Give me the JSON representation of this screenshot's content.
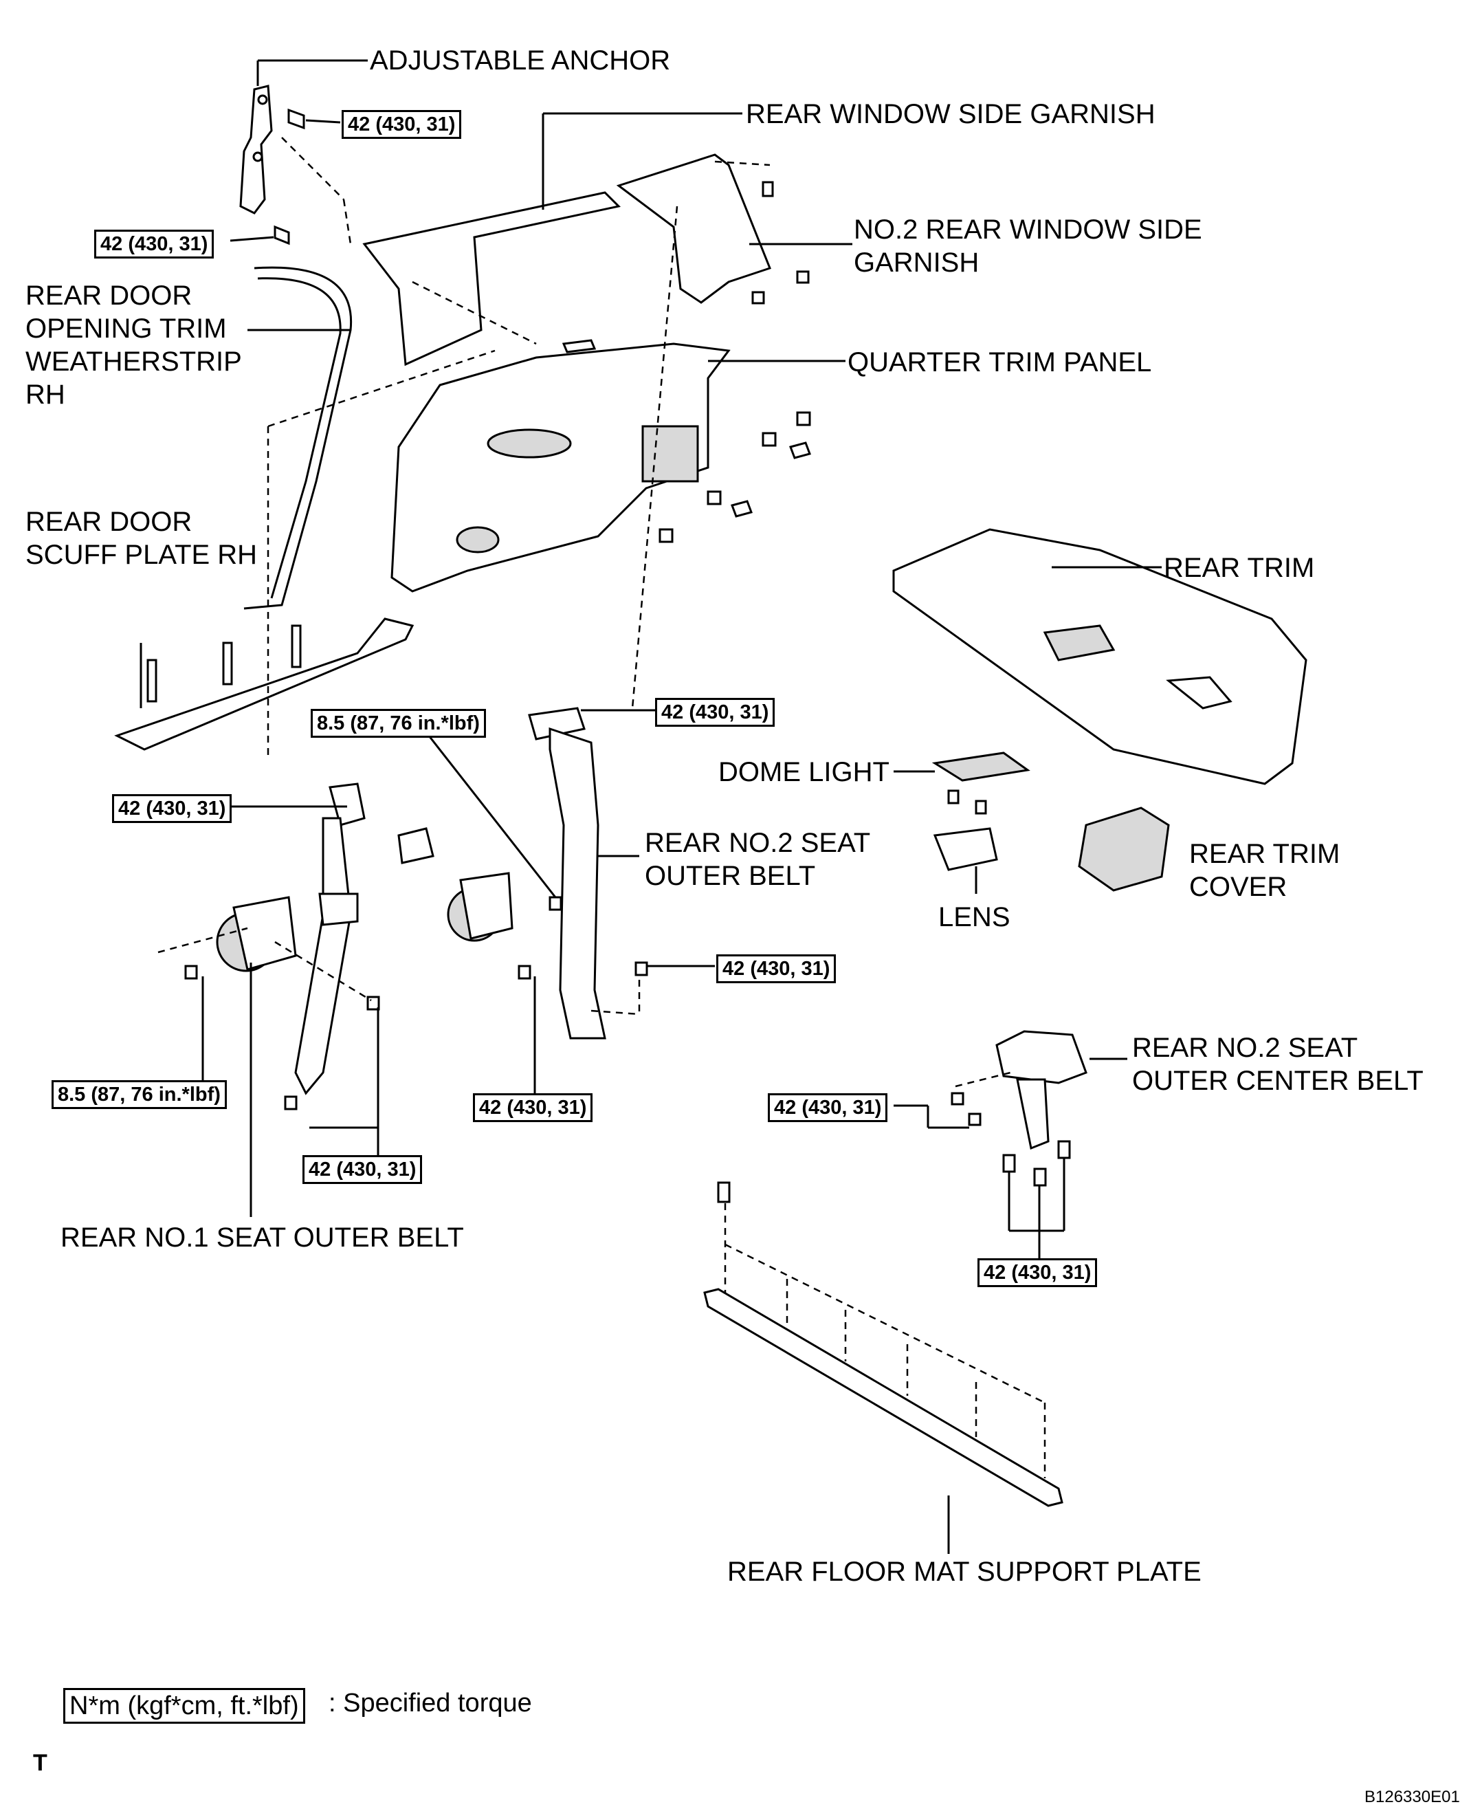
{
  "labels": {
    "adjustable_anchor": "ADJUSTABLE ANCHOR",
    "rear_window_side_garnish": "REAR WINDOW SIDE GARNISH",
    "no2_rear_window_side_garnish_1": "NO.2 REAR WINDOW SIDE",
    "no2_rear_window_side_garnish_2": "GARNISH",
    "rear_door_opening_trim_1": "REAR DOOR",
    "rear_door_opening_trim_2": "OPENING TRIM",
    "rear_door_opening_trim_3": "WEATHERSTRIP",
    "rear_door_opening_trim_4": "RH",
    "quarter_trim_panel": "QUARTER TRIM PANEL",
    "rear_door_scuff_plate_1": "REAR DOOR",
    "rear_door_scuff_plate_2": "SCUFF PLATE RH",
    "rear_trim": "REAR TRIM",
    "dome_light": "DOME LIGHT",
    "rear_no2_seat_outer_belt_1": "REAR NO.2 SEAT",
    "rear_no2_seat_outer_belt_2": "OUTER BELT",
    "lens": "LENS",
    "rear_trim_cover_1": "REAR TRIM",
    "rear_trim_cover_2": "COVER",
    "rear_no2_seat_outer_center_belt_1": "REAR NO.2 SEAT",
    "rear_no2_seat_outer_center_belt_2": "OUTER CENTER BELT",
    "rear_no1_seat_outer_belt": "REAR NO.1 SEAT OUTER BELT",
    "rear_floor_mat_support_plate": "REAR FLOOR MAT SUPPORT PLATE"
  },
  "torques": {
    "t42": "42 (430, 31)",
    "t8_5": "8.5 (87, 76 in.*lbf)"
  },
  "legend": {
    "box": "N*m (kgf*cm, ft.*lbf)",
    "text": ": Specified torque"
  },
  "footer": {
    "corner_letter": "T",
    "figure_code": "B126330E01"
  }
}
